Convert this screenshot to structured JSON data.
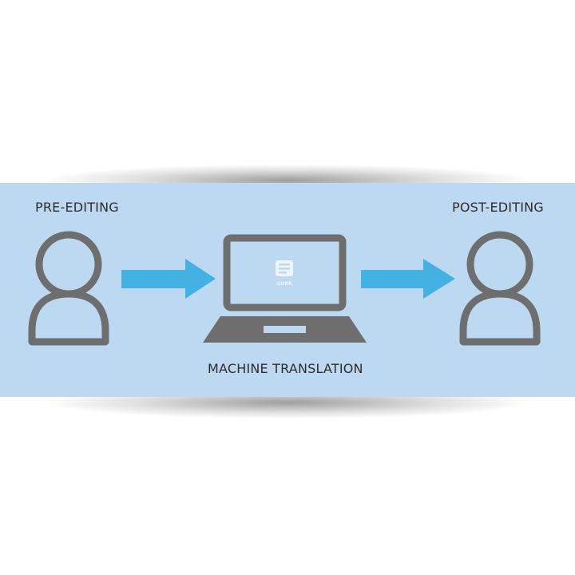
{
  "diagram": {
    "pre_editing_label": "PRE-EDITING",
    "post_editing_label": "POST-EDITING",
    "machine_translation_label": "MACHINE TRANSLATION",
    "laptop_screen_brand": "GORR"
  },
  "colors": {
    "banner_background": "#bcd9f1",
    "icon_gray": "#6e6e6e",
    "arrow_blue": "#43b2e2",
    "label_text": "#2d2d2d"
  },
  "icons": [
    "person-icon",
    "arrow-right-icon",
    "laptop-icon",
    "person-icon"
  ]
}
